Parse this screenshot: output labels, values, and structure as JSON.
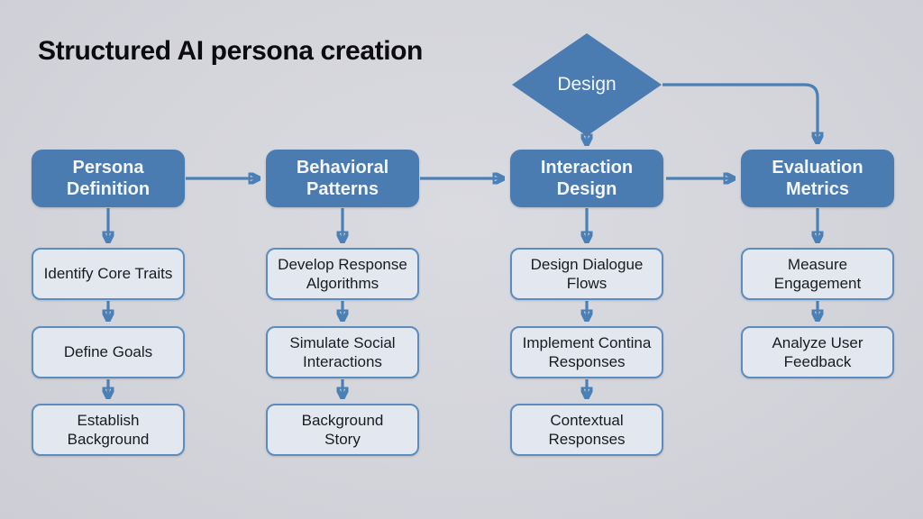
{
  "title": "Structured AI persona creation",
  "colors": {
    "background": "#d4d5db",
    "node_blue": "#4a7cb2",
    "node_light_fill": "#e3e7f0",
    "node_light_border": "#5d8cbe",
    "arrow": "#4a80b5",
    "title_text": "#0c0c10",
    "main_box_text": "#f4f7fb",
    "sub_box_text": "#1a1b20"
  },
  "diagram": {
    "decision": {
      "label": "Design"
    },
    "columns": [
      {
        "main": "Persona Definition",
        "subs": [
          "Identify Core Traits",
          "Define Goals",
          "Establish Background"
        ]
      },
      {
        "main": "Behavioral Patterns",
        "subs": [
          "Develop Response Algorithms",
          "Simulate Social Interactions",
          "Background Story"
        ]
      },
      {
        "main": "Interaction Design",
        "subs": [
          "Design Dialogue Flows",
          "Implement Contina Responses",
          "Contextual Responses"
        ]
      },
      {
        "main": "Evaluation Metrics",
        "subs": [
          "Measure Engagement",
          "Analyze User Feedback"
        ]
      }
    ]
  }
}
